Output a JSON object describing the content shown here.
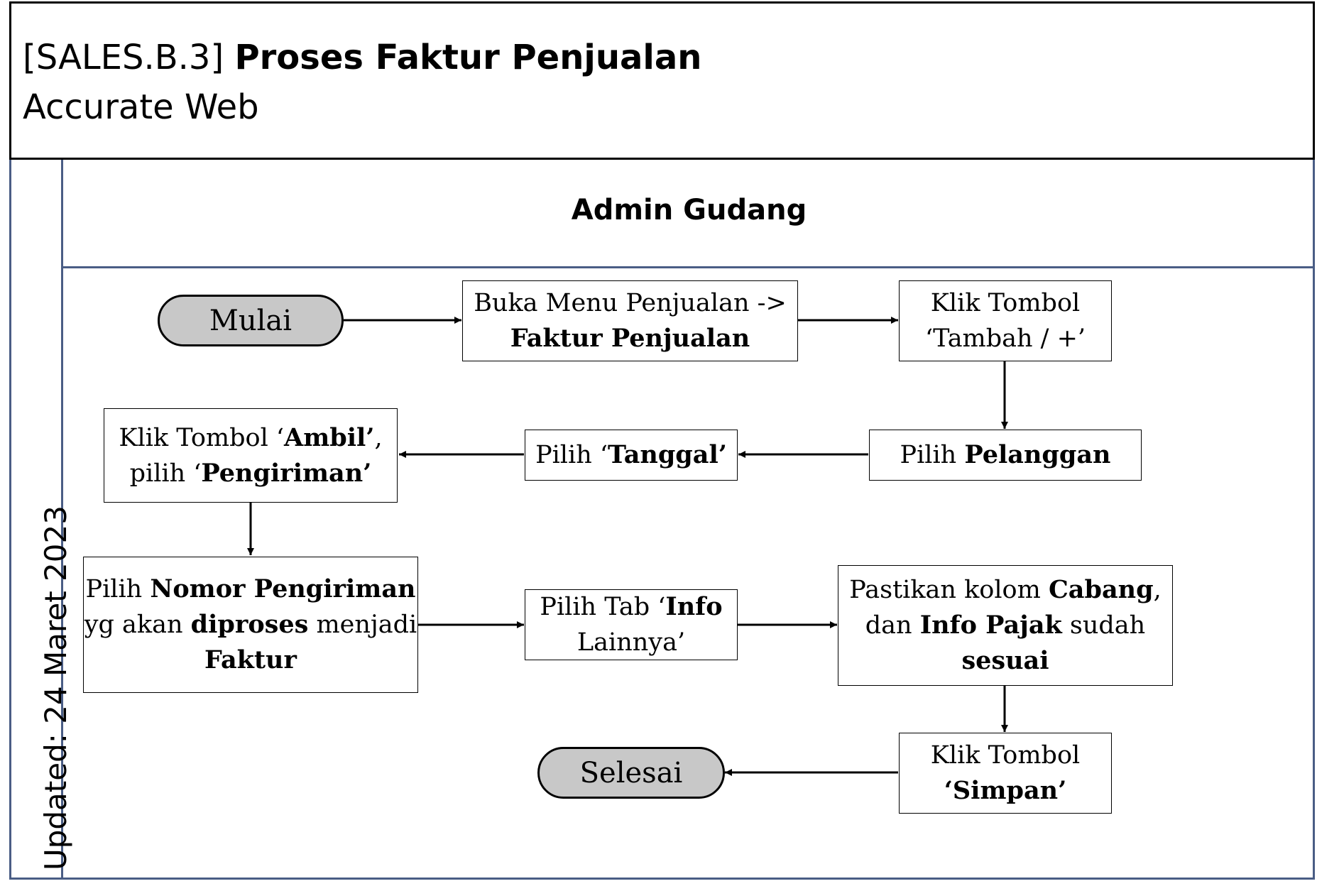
{
  "header": {
    "code": "[SALES.B.3]",
    "title": "Proses Faktur Penjualan",
    "subtitle": "Accurate Web"
  },
  "sidebar": {
    "updated": "Updated: 24 Maret 2023"
  },
  "lane": {
    "title": "Admin Gudang"
  },
  "nodes": {
    "mulai": "Mulai",
    "buka_menu": {
      "l1": "Buka Menu Penjualan ->",
      "l2": "Faktur Penjualan"
    },
    "klik_tambah": {
      "l1": "Klik Tombol",
      "l2": "‘Tambah / +’"
    },
    "pilih_pelanggan": {
      "a": "Pilih ",
      "b": "Pelanggan"
    },
    "pilih_tanggal": {
      "a": "Pilih ‘",
      "b": "Tanggal’"
    },
    "klik_ambil": {
      "a": "Klik Tombol ‘",
      "b": "Ambil’",
      "c": ",",
      "d": "pilih ‘",
      "e": "Pengiriman’"
    },
    "pilih_nomor": {
      "a": "Pilih ",
      "b": "Nomor Pengiriman",
      "c": "yg akan ",
      "d": "diproses",
      "e": " menjadi",
      "f": "Faktur"
    },
    "pilih_tab": {
      "a": "Pilih Tab ‘",
      "b": "Info",
      "c": "Lainnya’"
    },
    "pastikan": {
      "a": "Pastikan kolom ",
      "b": "Cabang",
      "c": ",",
      "d": "dan ",
      "e": "Info Pajak",
      "f": " sudah",
      "g": "sesuai"
    },
    "klik_simpan": {
      "l1": "Klik Tombol",
      "l2": "‘Simpan’"
    },
    "selesai": "Selesai"
  }
}
